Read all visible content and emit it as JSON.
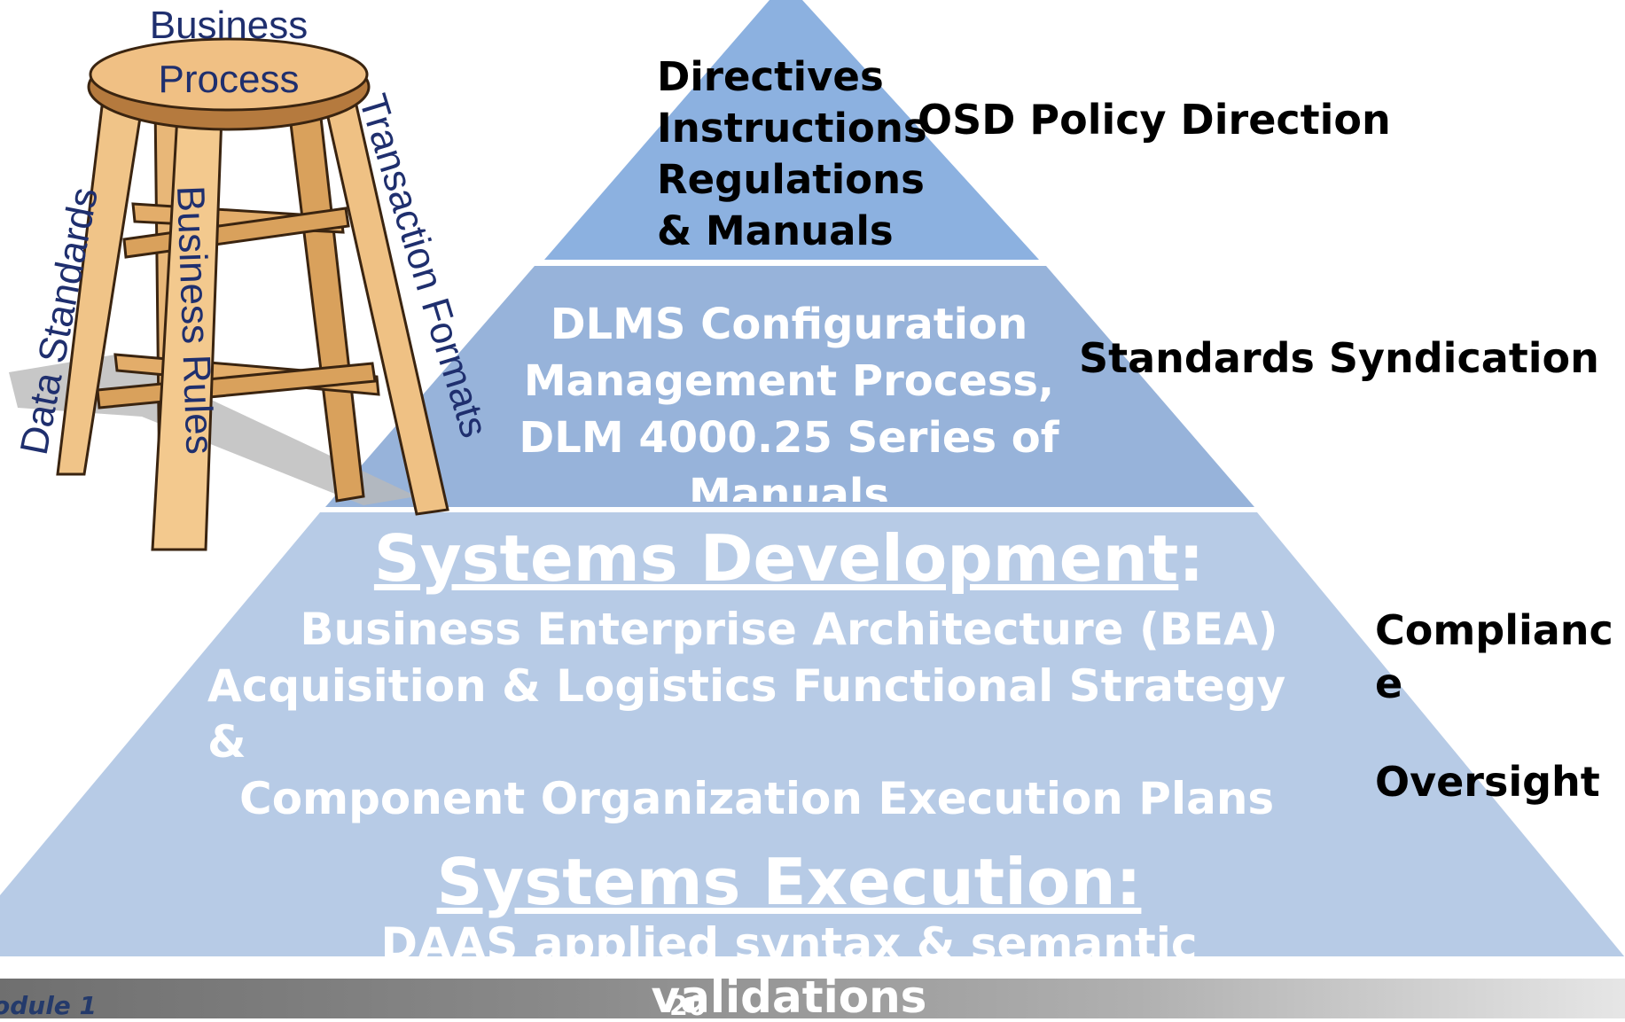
{
  "stool": {
    "seat_top_label": "Business",
    "seat_label": "Process",
    "leg_left_label": "Data Standards",
    "leg_middle_label": "Business Rules",
    "leg_right_label": "Transaction Formats"
  },
  "pyramid": {
    "top_tier": {
      "lines": [
        "Directives",
        "Instructions",
        "Regulations",
        "& Manuals"
      ],
      "side_label": "OSD Policy Direction"
    },
    "middle_tier": {
      "lines": [
        "DLMS Configuration",
        "Management  Process,",
        "DLM 4000.25 Series of",
        "Manuals"
      ],
      "side_label": "Standards Syndication"
    },
    "development_tier": {
      "heading": "Systems Development",
      "heading_suffix": ":",
      "lines": [
        "Business Enterprise Architecture (BEA)",
        "Acquisition & Logistics Functional Strategy",
        "&",
        "Component Organization Execution Plans"
      ],
      "side_label_1a": "Complianc",
      "side_label_1b": "e",
      "side_label_2": "Oversight"
    },
    "execution_tier": {
      "heading": "Systems Execution:",
      "lines": [
        "DAAS applied syntax & semantic",
        "validations"
      ]
    }
  },
  "footer": {
    "module_label": "odule 1",
    "page_number": "20"
  },
  "colors": {
    "top_tier": "#8cb1e0",
    "middle_tier": "#97b3da",
    "bottom_tier": "#b7cbe6",
    "stool_text": "#1f2f6e"
  }
}
